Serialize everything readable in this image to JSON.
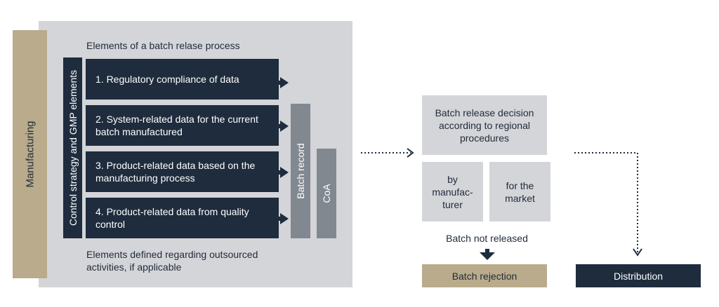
{
  "colors": {
    "navy": "#1e2c3d",
    "light_gray": "#d4d5d9",
    "mid_gray": "#828890",
    "tan": "#b9ab8b"
  },
  "manufacturing": {
    "label": "Manufacturing"
  },
  "batch_process": {
    "title": "Elements of a batch relase process",
    "control_label": "Control strategy and GMP elements",
    "elements": [
      {
        "text": "1. Regulatory compliance of data"
      },
      {
        "text": "2. System-related data for the current batch manufactured"
      },
      {
        "text": "3. Product-related data based on the manufacturing process"
      },
      {
        "text": "4. Product-related data from quality control"
      }
    ],
    "batch_record_label": "Batch record",
    "coa_label": "CoA",
    "outsourced_note": "Elements defined regarding outsourced activities, if applicable"
  },
  "release": {
    "decision_text": "Batch release decision according to regional procedures",
    "by_manufacturer": "by manufac-turer",
    "for_market": "for the market",
    "not_released_label": "Batch not released",
    "rejection_label": "Batch rejection",
    "distribution_label": "Distribution"
  }
}
